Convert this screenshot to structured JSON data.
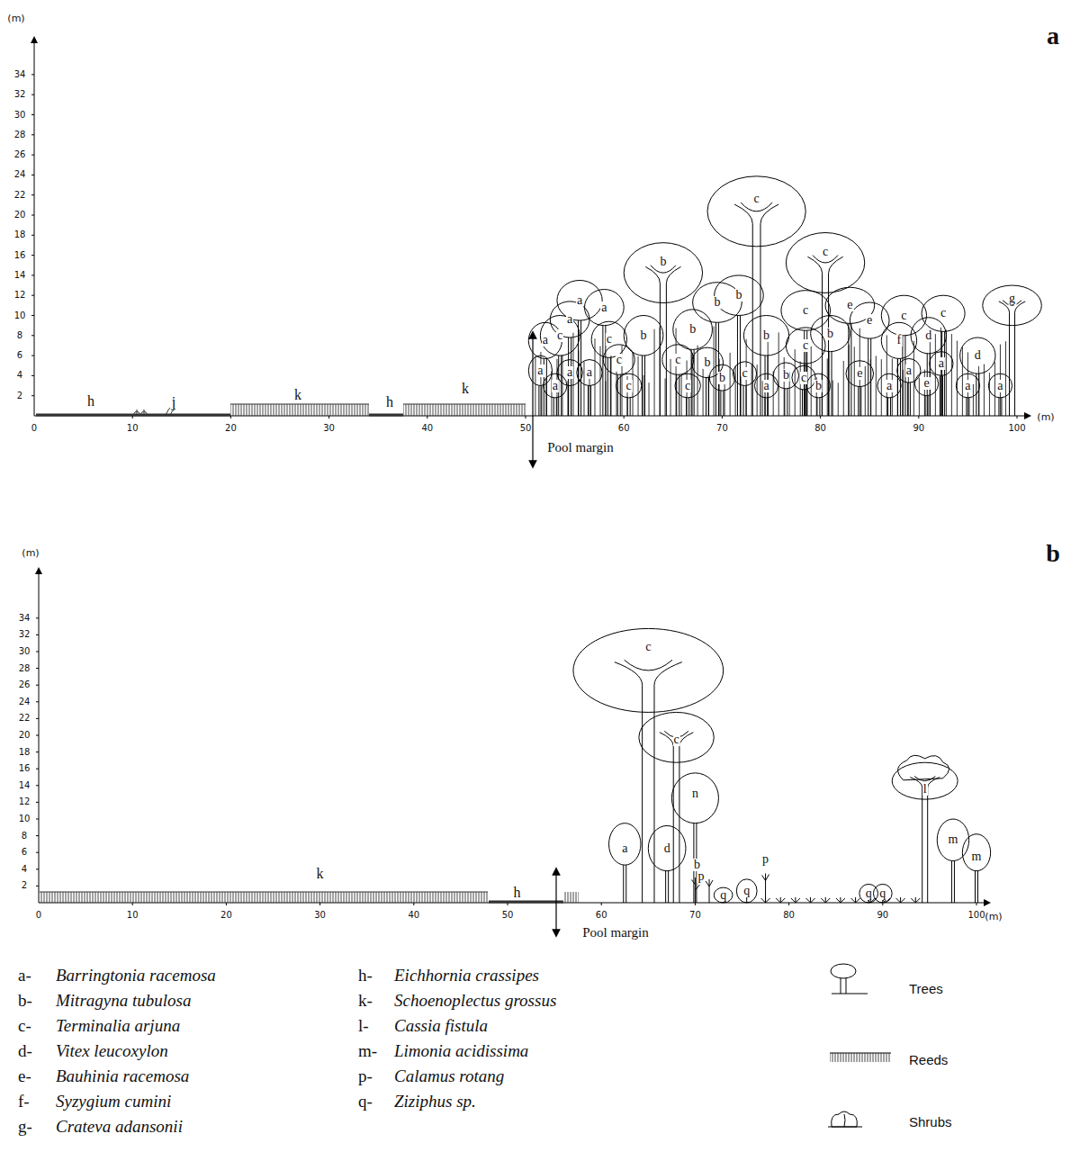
{
  "diagram": {
    "labels": [
      "a",
      "(m)",
      "34",
      "32",
      "30",
      "28",
      "26",
      "24",
      "22",
      "20",
      "18",
      "16",
      "14",
      "12",
      "10",
      "8",
      "6",
      "4",
      "2",
      "0",
      "10",
      "20",
      "30",
      "40",
      "50",
      "60",
      "70",
      "80",
      "90",
      "100",
      "(m)",
      "Pool margin",
      "h",
      "j",
      "k",
      "h",
      "k",
      "c",
      "c",
      "b",
      "g",
      "a",
      "a",
      "a",
      "c",
      "a",
      "c",
      "b",
      "b",
      "b",
      "b",
      "b",
      "c",
      "c",
      "b",
      "e",
      "e",
      "f",
      "c",
      "d",
      "c",
      "d",
      "c",
      "c",
      "b",
      "a",
      "a",
      "a",
      "a",
      "c",
      "c",
      "b",
      "c",
      "a",
      "b",
      "c",
      "b",
      "e",
      "a",
      "a",
      "e",
      "a",
      "a",
      "a",
      "b",
      "(m)",
      "34",
      "32",
      "30",
      "28",
      "26",
      "24",
      "22",
      "20",
      "18",
      "16",
      "14",
      "12",
      "10",
      "8",
      "6",
      "4",
      "2",
      "0",
      "10",
      "20",
      "30",
      "40",
      "50",
      "60",
      "70",
      "80",
      "90",
      "100",
      "(m)",
      "Pool margin",
      "k",
      "h",
      "c",
      "c",
      "n",
      "a",
      "d",
      "b",
      "p",
      "q",
      "q",
      "p",
      "q",
      "q",
      "l",
      "m",
      "m",
      "a-",
      "Barringtonia racemosa",
      "b-",
      "Mitragyna tubulosa",
      "c-",
      "Terminalia arjuna",
      "d-",
      "Vitex leucoxylon",
      "e-",
      "Bauhinia racemosa",
      "f-",
      "Syzygium cumini",
      "g-",
      "Crateva adansonii",
      "h-",
      "Eichhornia crassipes",
      "k-",
      "Schoenoplectus grossus",
      "l-",
      "Cassia fistula",
      "m-",
      "Limonia acidissima",
      "p-",
      "Calamus rotang",
      "q-",
      "Ziziphus sp."
    ],
    "legend": [
      {
        "text": "Trees"
      },
      {
        "text": "Reeds"
      },
      {
        "text": "Shrubs"
      }
    ]
  }
}
